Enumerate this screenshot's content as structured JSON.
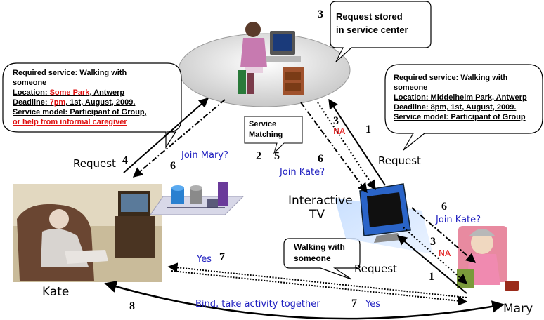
{
  "bubbles": {
    "service_center": {
      "line1": "Request stored",
      "line2": "in service center"
    },
    "kate_request": {
      "line1": "Required service: Walking with",
      "line2": "someone",
      "line3_prefix": "Location: ",
      "line3_red": "Some Park",
      "line3_suffix": ", Antwerp",
      "line4_prefix": "Deadline: ",
      "line4_red": "7pm",
      "line4_suffix": ", 1st, August, 2009.",
      "line5": "Service model: Participant of Group,",
      "line6_red": "or help from informal caregiver"
    },
    "mary_request": {
      "line1": "Required service: Walking with",
      "line2": "someone",
      "line3": "Location: Middelheim Park, Antwerp",
      "line4": "Deadline: 8pm, 1st, August, 2009.",
      "line5": "Service model: Participant of Group"
    },
    "matching": {
      "line1": "Service",
      "line2": "Matching"
    },
    "walking": {
      "line1": "Walking with",
      "line2": "someone"
    }
  },
  "labels": {
    "request_left": "Request",
    "request_right_top": "Request",
    "request_right_bottom": "Request",
    "join_mary": "Join Mary?",
    "join_kate_center": "Join Kate?",
    "join_kate_right": "Join Kate?",
    "interactive": "Interactive",
    "tv": "TV",
    "kate": "Kate",
    "mary": "Mary",
    "yes_top": "Yes",
    "yes_bottom": "Yes",
    "bind": "Bind, take activity together",
    "na_center": "NA",
    "na_right": "NA"
  },
  "steps": {
    "s3_top": "3",
    "s4": "4",
    "s6_left": "6",
    "s2": "2",
    "s5": "5",
    "s3_center": "3",
    "s6_center": "6",
    "s1_top": "1",
    "s6_right": "6",
    "s3_right": "3",
    "s1_bottom": "1",
    "s7_top": "7",
    "s7_bottom": "7",
    "s8": "8"
  },
  "colors": {
    "text_blue": "#2020c0",
    "alert_red": "#e01010",
    "platform": "#e0e0e0"
  }
}
